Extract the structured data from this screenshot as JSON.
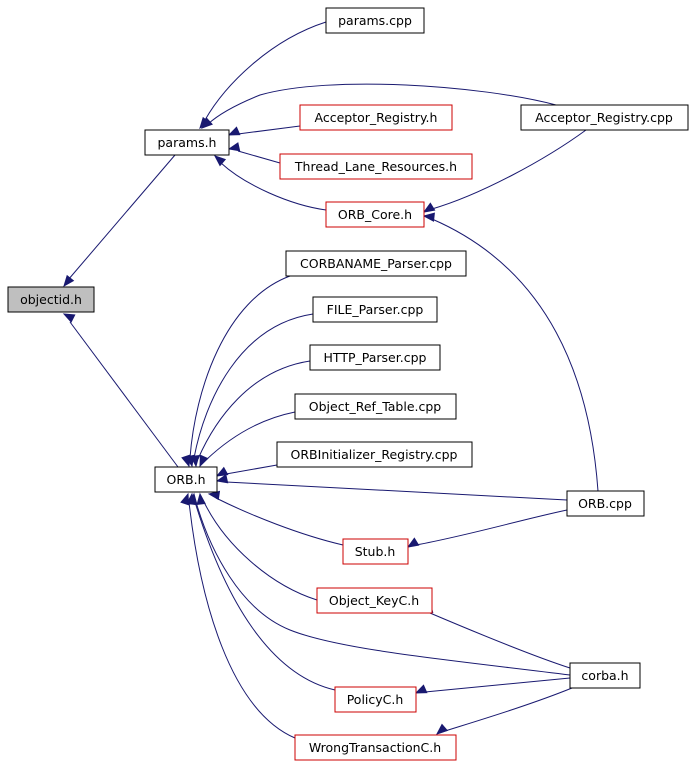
{
  "colors": {
    "edge": "#191970",
    "root_fill": "#bfbfbf",
    "missing_doc_border": "#cc0000",
    "border": "#000000"
  },
  "nodes": {
    "objectid_h": "objectid.h",
    "params_cpp": "params.cpp",
    "params_h": "params.h",
    "acceptor_registry_h": "Acceptor_Registry.h",
    "acceptor_registry_cpp": "Acceptor_Registry.cpp",
    "thread_lane_resources_h": "Thread_Lane_Resources.h",
    "orb_core_h": "ORB_Core.h",
    "corbaname_parser_cpp": "CORBANAME_Parser.cpp",
    "file_parser_cpp": "FILE_Parser.cpp",
    "http_parser_cpp": "HTTP_Parser.cpp",
    "object_ref_table_cpp": "Object_Ref_Table.cpp",
    "orbinitializer_registry_cpp": "ORBInitializer_Registry.cpp",
    "orb_h": "ORB.h",
    "orb_cpp": "ORB.cpp",
    "stub_h": "Stub.h",
    "object_keyc_h": "Object_KeyC.h",
    "corba_h": "corba.h",
    "policyc_h": "PolicyC.h",
    "wrongtransactionc_h": "WrongTransactionC.h"
  }
}
